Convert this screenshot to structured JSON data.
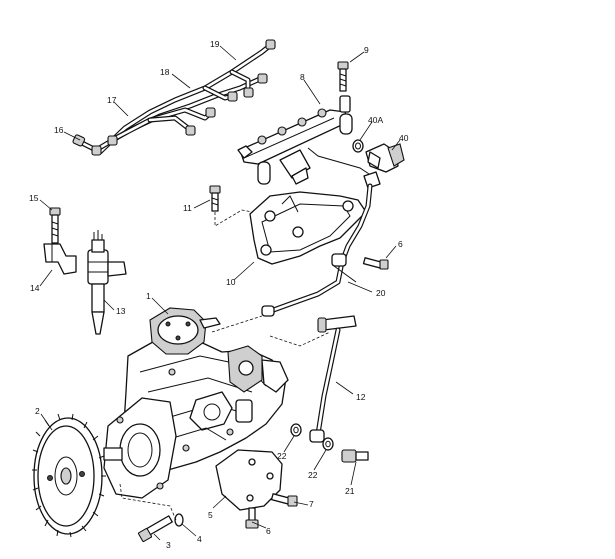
{
  "diagram": {
    "callouts": {
      "c1": "1",
      "c2": "2",
      "c3": "3",
      "c4": "4",
      "c5": "5",
      "c6a": "6",
      "c6b": "6",
      "c7": "7",
      "c8": "8",
      "c9": "9",
      "c10": "10",
      "c11": "11",
      "c12": "12",
      "c13": "13",
      "c14": "14",
      "c15": "15",
      "c16": "16",
      "c17": "17",
      "c18": "18",
      "c19": "19",
      "c20": "20",
      "c21": "21",
      "c22a": "22",
      "c22b": "22",
      "c40": "40",
      "c40a": "40A"
    }
  }
}
